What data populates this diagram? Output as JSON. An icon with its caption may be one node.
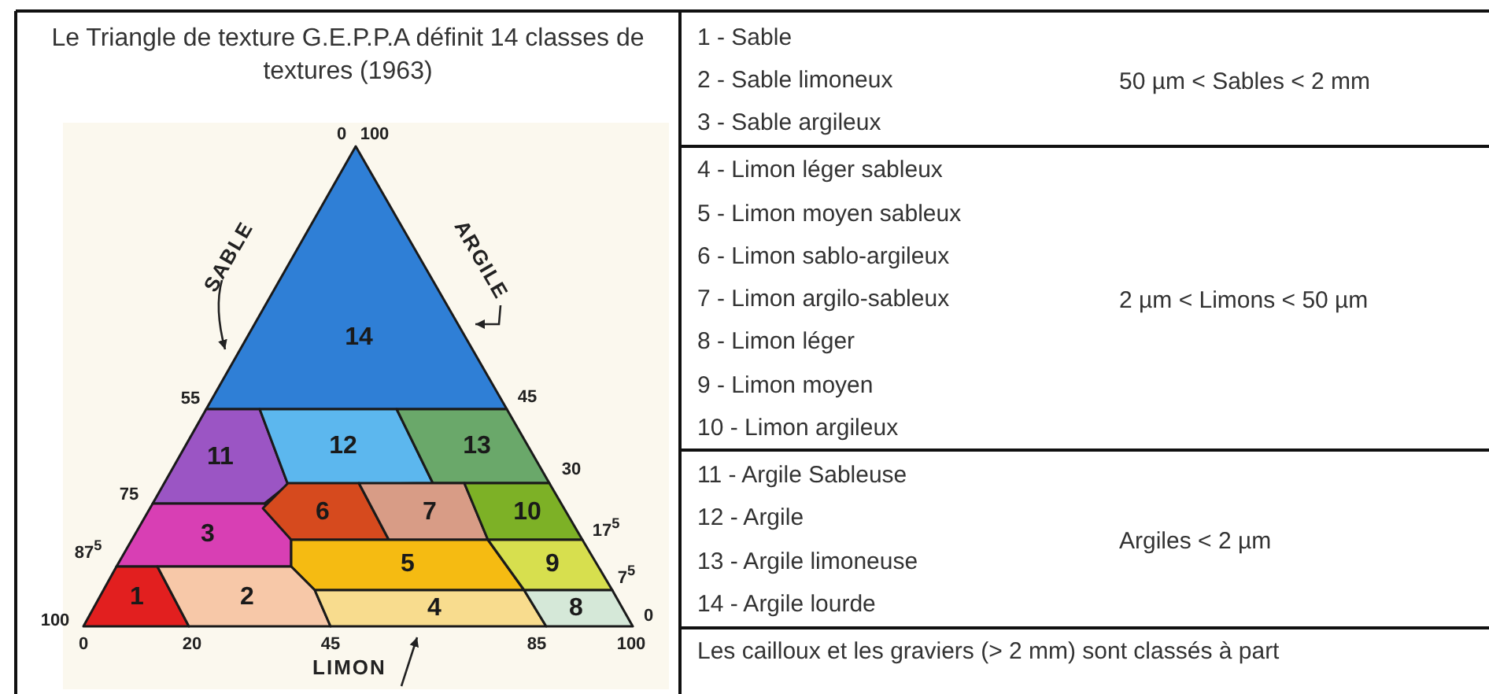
{
  "diagram": {
    "title": "Le Triangle de texture G.E.P.P.A définit 14 classes de textures (1963)",
    "nodes": [
      {
        "text": [
          "14"
        ]
      },
      {
        "text": [
          "11"
        ]
      },
      {
        "text": [
          "12"
        ]
      },
      {
        "text": [
          "13"
        ]
      },
      {
        "text": [
          "3"
        ]
      },
      {
        "text": [
          "6"
        ]
      },
      {
        "text": [
          "7"
        ]
      },
      {
        "text": [
          "10"
        ]
      },
      {
        "text": [
          "5"
        ]
      },
      {
        "text": [
          "9"
        ]
      },
      {
        "text": [
          "1"
        ]
      },
      {
        "text": [
          "2"
        ]
      },
      {
        "text": [
          "4"
        ]
      },
      {
        "text": [
          "8"
        ]
      }
    ],
    "labels": [
      "SABLE",
      "ARGILE",
      "LIMON",
      "0",
      "100",
      "55",
      "75",
      "87$^{5}$",
      "100",
      "45",
      "30",
      "17$^{5}$",
      "7$^{5}$",
      "0",
      "0",
      "20",
      "45",
      "85",
      "100",
      "1 - Sable",
      "2 - Sable limoneux",
      "3 - Sable argileux",
      "50 µm < Sables < 2 mm",
      "4 - Limon léger sableux",
      "5 - Limon moyen sableux",
      "6 - Limon sablo-argileux",
      "7 - Limon argilo-sableux",
      "8 - Limon léger",
      "9 - Limon moyen",
      "10 - Limon argileux",
      "2 µm < Limons < 50 µm",
      "11 - Argile Sableuse",
      "12 - Argile",
      "13 - Argile limoneuse",
      "14 - Argile lourde",
      "Argiles < 2 µm",
      "Les cailloux et les graviers (> 2 mm) sont classés à part"
    ]
  }
}
